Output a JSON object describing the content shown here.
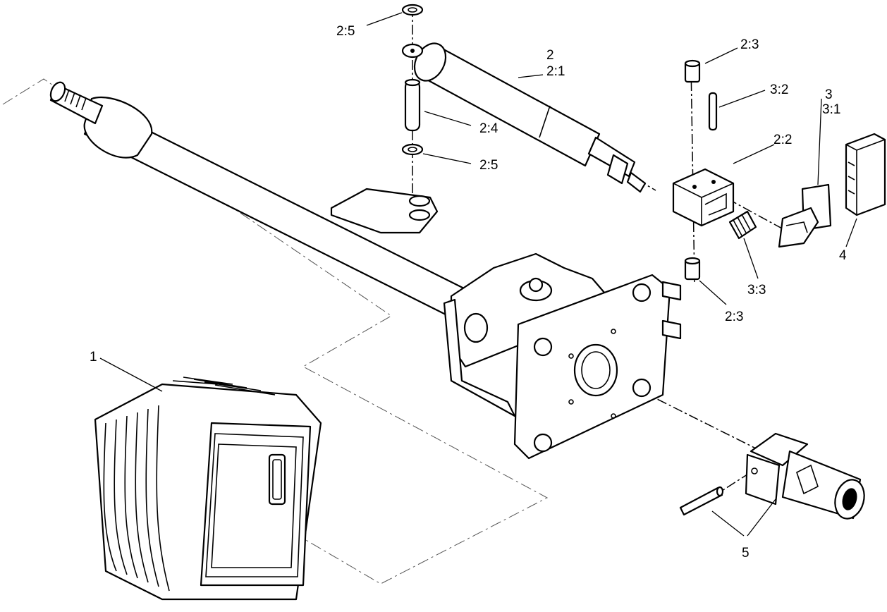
{
  "labels": {
    "l_1": "1",
    "l_2": "2",
    "l_2_1": "2:1",
    "l_2_2": "2:2",
    "l_2_3_top": "2:3",
    "l_2_3_bottom": "2:3",
    "l_2_4": "2:4",
    "l_2_5_top": "2:5",
    "l_2_5_mid": "2:5",
    "l_3": "3",
    "l_3_1": "3:1",
    "l_3_2": "3:2",
    "l_3_3": "3:3",
    "l_4": "4",
    "l_5": "5"
  }
}
